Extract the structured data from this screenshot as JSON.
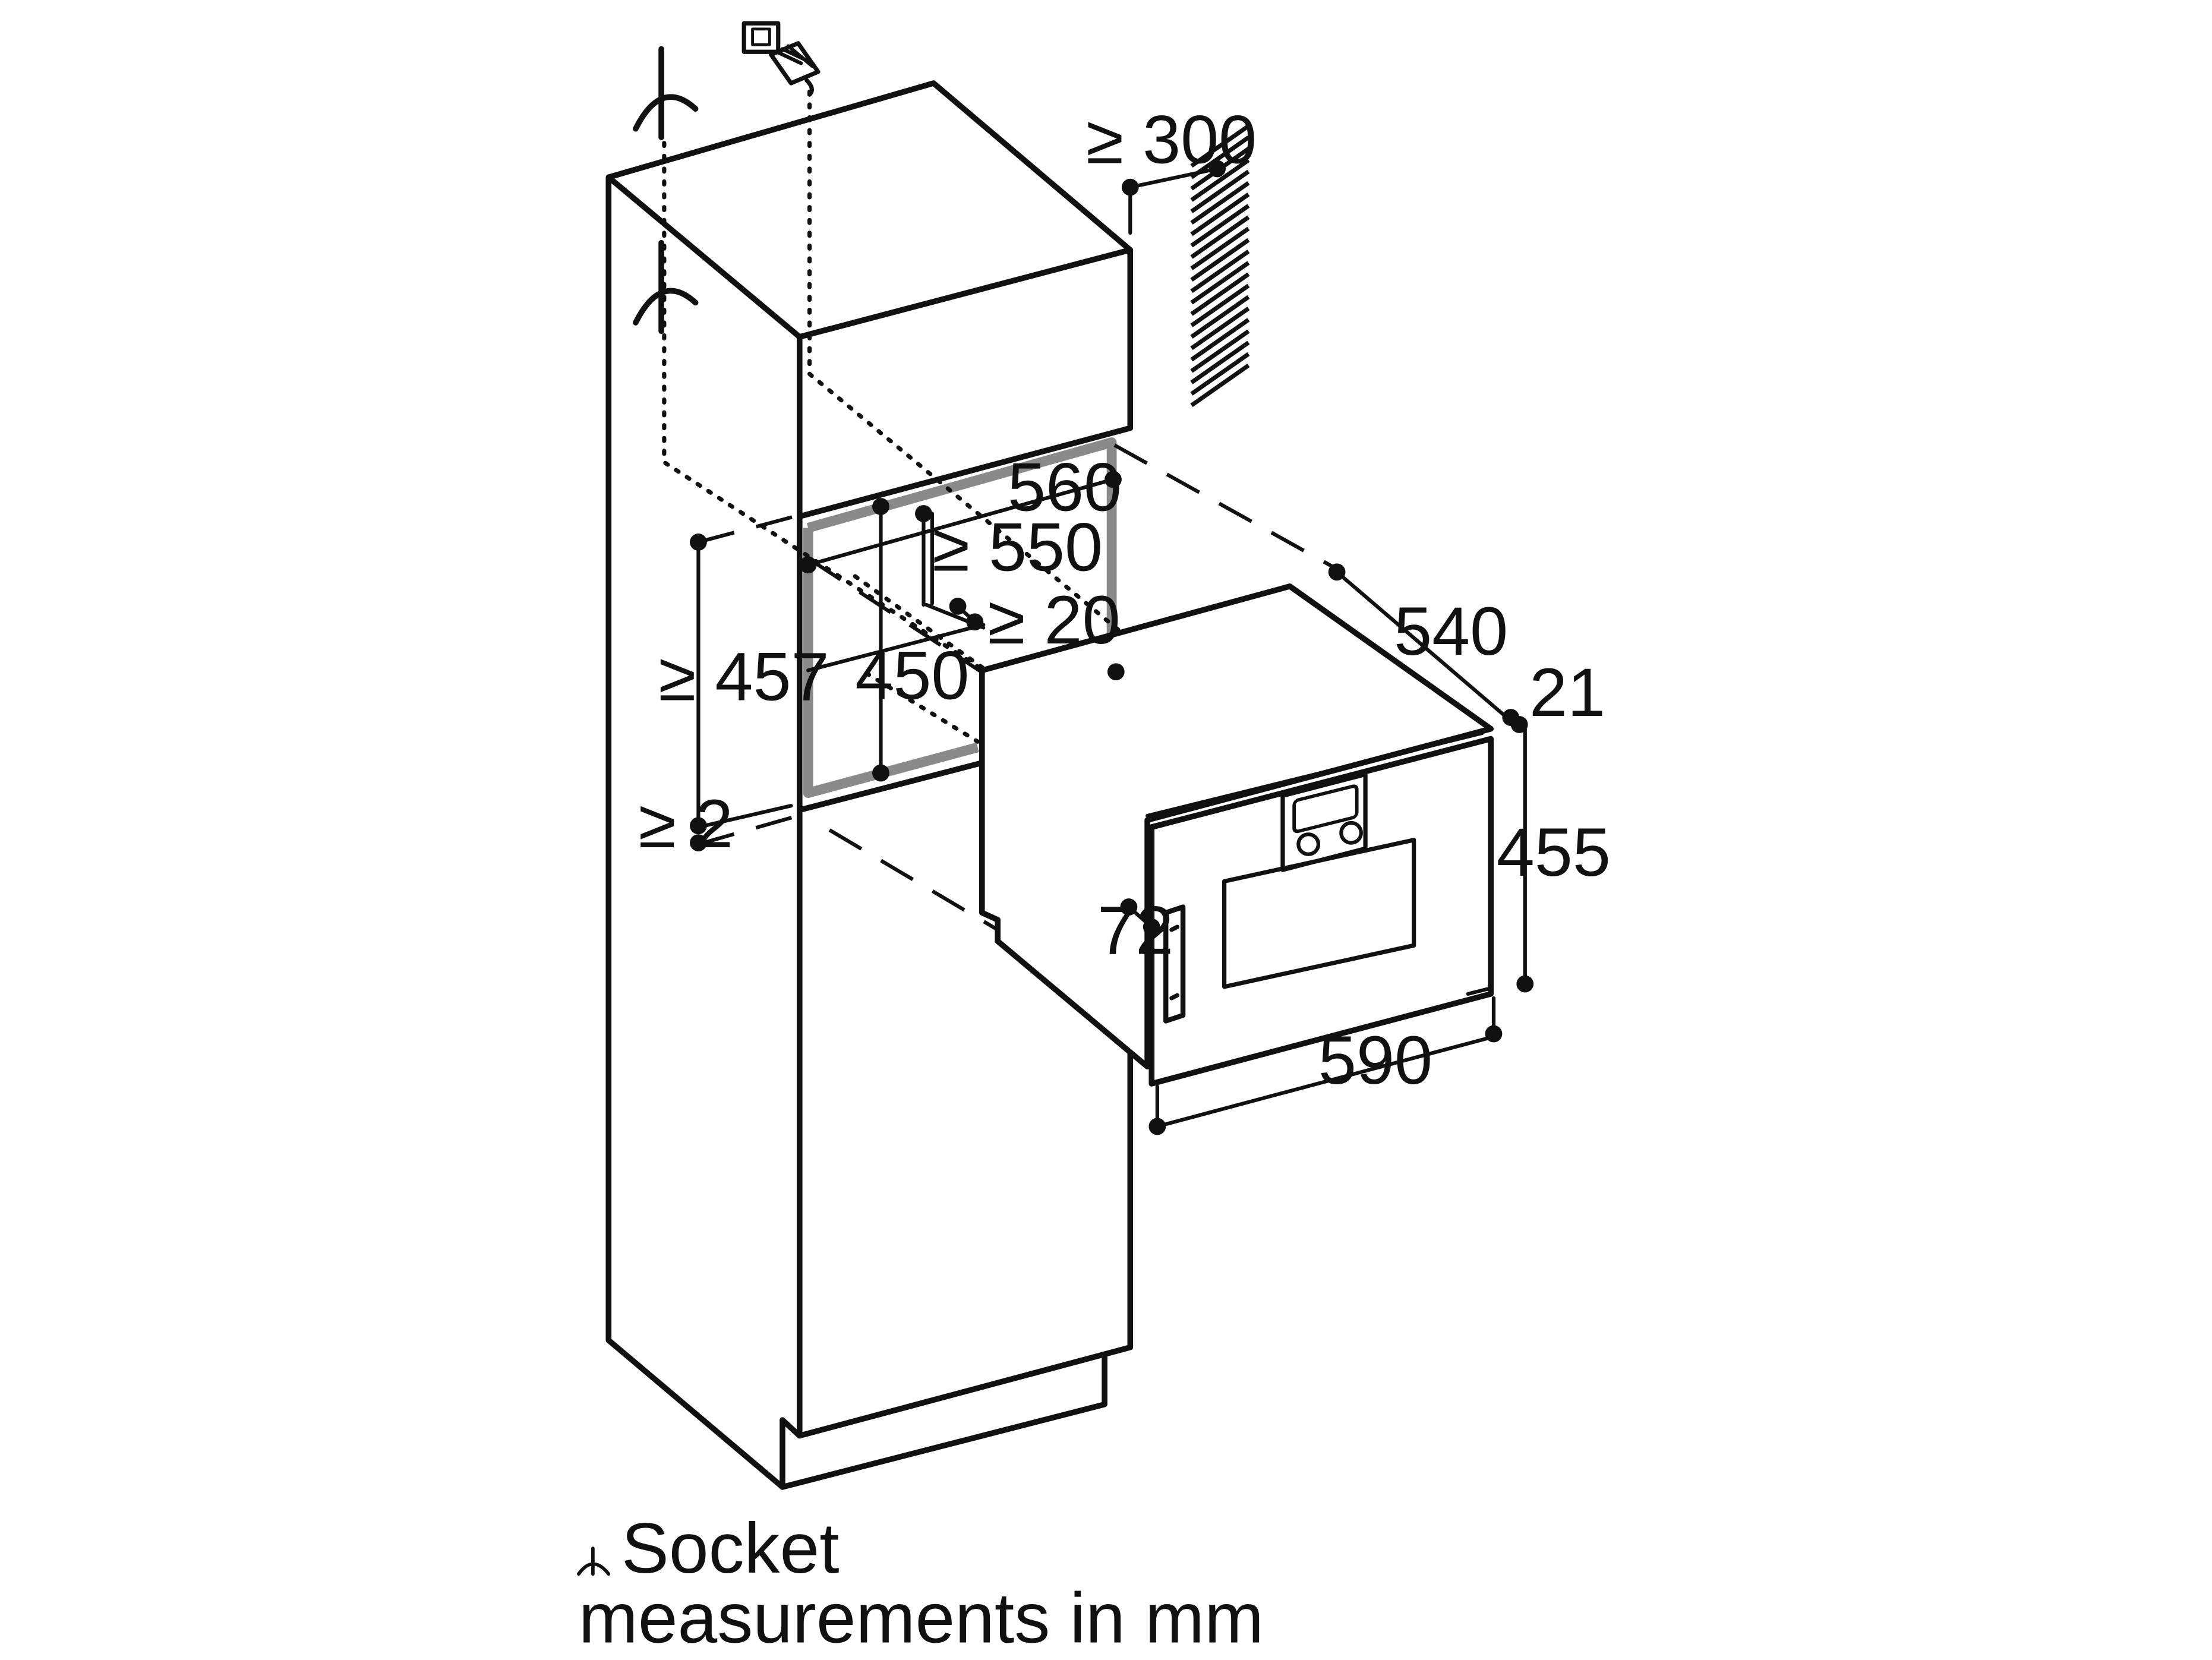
{
  "dimensions": {
    "min_300": "≥ 300",
    "w560": "560",
    "min_550": "≥ 550",
    "min_20": "≥ 20",
    "d540": "540",
    "d21": "21",
    "min_457": "≥ 457",
    "h450": "450",
    "min_2": "≥ 2",
    "h455": "455",
    "d72": "72",
    "w590": "590"
  },
  "legend": {
    "socket_label": "Socket",
    "units_note": "measurements in mm"
  },
  "icons": [
    "socket-icon",
    "network-port-icon",
    "network-cable-icon",
    "wall-hatch-icon"
  ]
}
